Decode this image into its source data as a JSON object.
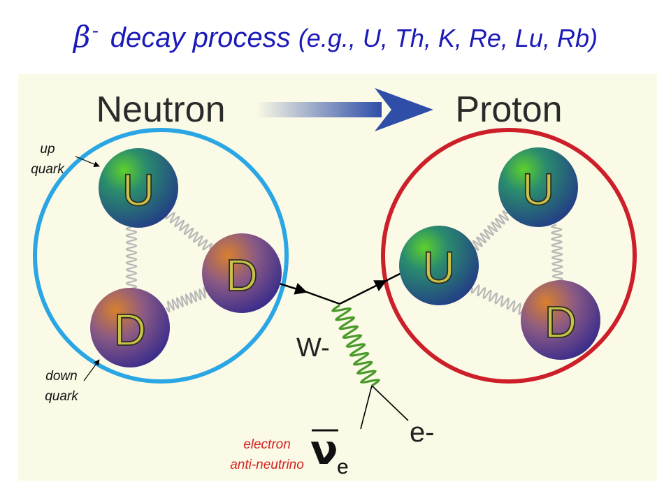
{
  "title": {
    "symbol": "β",
    "superscript": "-",
    "main": "decay process",
    "examples": "(e.g., U, Th, K, Re, Lu, Rb)"
  },
  "labels": {
    "neutron": "Neutron",
    "proton": "Proton",
    "up_quark_line1": "up",
    "up_quark_line2": "quark",
    "down_quark_line1": "down",
    "down_quark_line2": "quark",
    "w_boson": "W-",
    "electron": "e-",
    "antineutrino_symbol": "ν",
    "antineutrino_subscript": "e",
    "antineutrino_line1": "electron",
    "antineutrino_line2": "anti-neutrino"
  },
  "quarks": {
    "up": "U",
    "down": "D"
  },
  "colors": {
    "title": "#1a1ab8",
    "neutron_circle": "#2aa6e4",
    "proton_circle": "#cc1f2a",
    "up_quark": "#1f7f8c",
    "down_quark": "#7d5a8e",
    "gluon": "#b8b8b8",
    "w_boson": "#4a9a2a",
    "arrow": "#2f4ea8",
    "antineutrino_label": "#d42020",
    "panel_background": "#fbfae6"
  }
}
